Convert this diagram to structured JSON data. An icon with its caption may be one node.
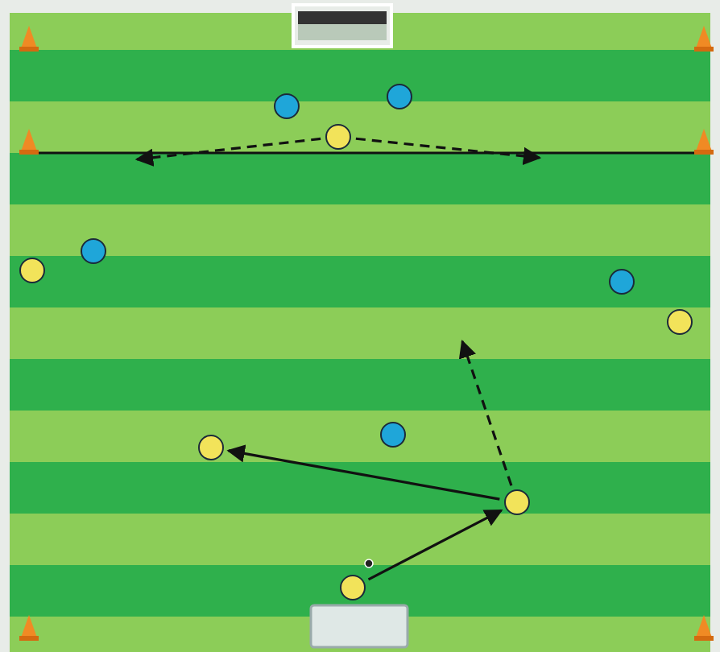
{
  "diagram": {
    "nodes": [
      {
        "text": [],
        "shape": "circle"
      },
      {
        "text": [],
        "shape": "circle"
      },
      {
        "text": [],
        "shape": "circle"
      },
      {
        "text": [],
        "shape": "circle"
      },
      {
        "text": [],
        "shape": "circle"
      },
      {
        "text": [],
        "shape": "circle"
      },
      {
        "text": [],
        "shape": "circle"
      },
      {
        "text": [],
        "shape": "circle"
      },
      {
        "text": [],
        "shape": "circle"
      },
      {
        "text": [],
        "shape": "circle"
      },
      {
        "text": [],
        "shape": "circle"
      }
    ],
    "edges": [
      {
        "from": 2,
        "to": null,
        "arrow": "to",
        "style": "dashed"
      },
      {
        "from": 2,
        "to": null,
        "arrow": "to",
        "style": "dashed"
      },
      {
        "from": 10,
        "to": 9,
        "arrow": "to"
      },
      {
        "from": 9,
        "to": 8,
        "arrow": "to"
      },
      {
        "from": 9,
        "to": null,
        "arrow": "to",
        "style": "dashed"
      }
    ]
  }
}
